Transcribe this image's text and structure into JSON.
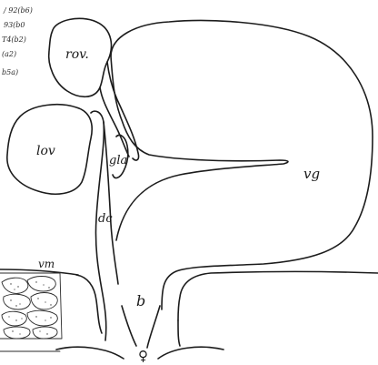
{
  "figure": {
    "labels": {
      "rov": "rov.",
      "lov": "lov",
      "gla": "gla",
      "vg": "vg",
      "dc": "dc",
      "vm": "vm",
      "b": "b",
      "female": "♀"
    },
    "margin_notes": [
      "/ 92(b6)",
      "93(b0",
      "T4(b2)",
      "(a2)",
      "b5a)"
    ]
  }
}
